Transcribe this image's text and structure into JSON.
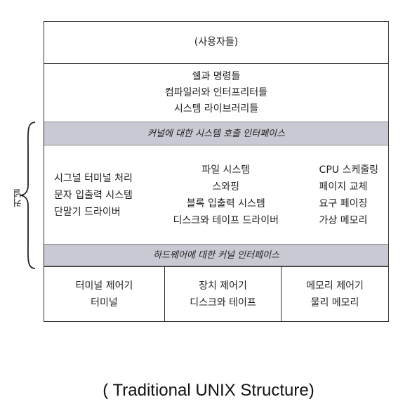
{
  "top": {
    "users": "(사용자들)"
  },
  "shell": {
    "lines": [
      "쉘과 명령들",
      "컴파일러와 인터프리터들",
      "시스템 라이브러리들"
    ]
  },
  "syscall_interface": "커널에 대한 시스템 호출 인터페이스",
  "kernel": {
    "label": "커널",
    "left": [
      "시그널 터미널 처리",
      "문자 입출력 시스템",
      "단말기 드라이버"
    ],
    "center": [
      "파일 시스템",
      "스와핑",
      "블록 입출력 시스템",
      "디스크와 테이프 드라이버"
    ],
    "right": [
      "CPU 스케줄링",
      "페이지 교체",
      "요구 페이징",
      "가상 메모리"
    ]
  },
  "hw_interface": "하드웨어에 대한 커널 인터페이스",
  "hardware": [
    {
      "line1": "터미널 제어기",
      "line2": "터미널"
    },
    {
      "line1": "장치 제어기",
      "line2": "디스크와 테이프"
    },
    {
      "line1": "메모리 제어기",
      "line2": "물리 메모리"
    }
  ],
  "caption": "( Traditional UNIX Structure)"
}
